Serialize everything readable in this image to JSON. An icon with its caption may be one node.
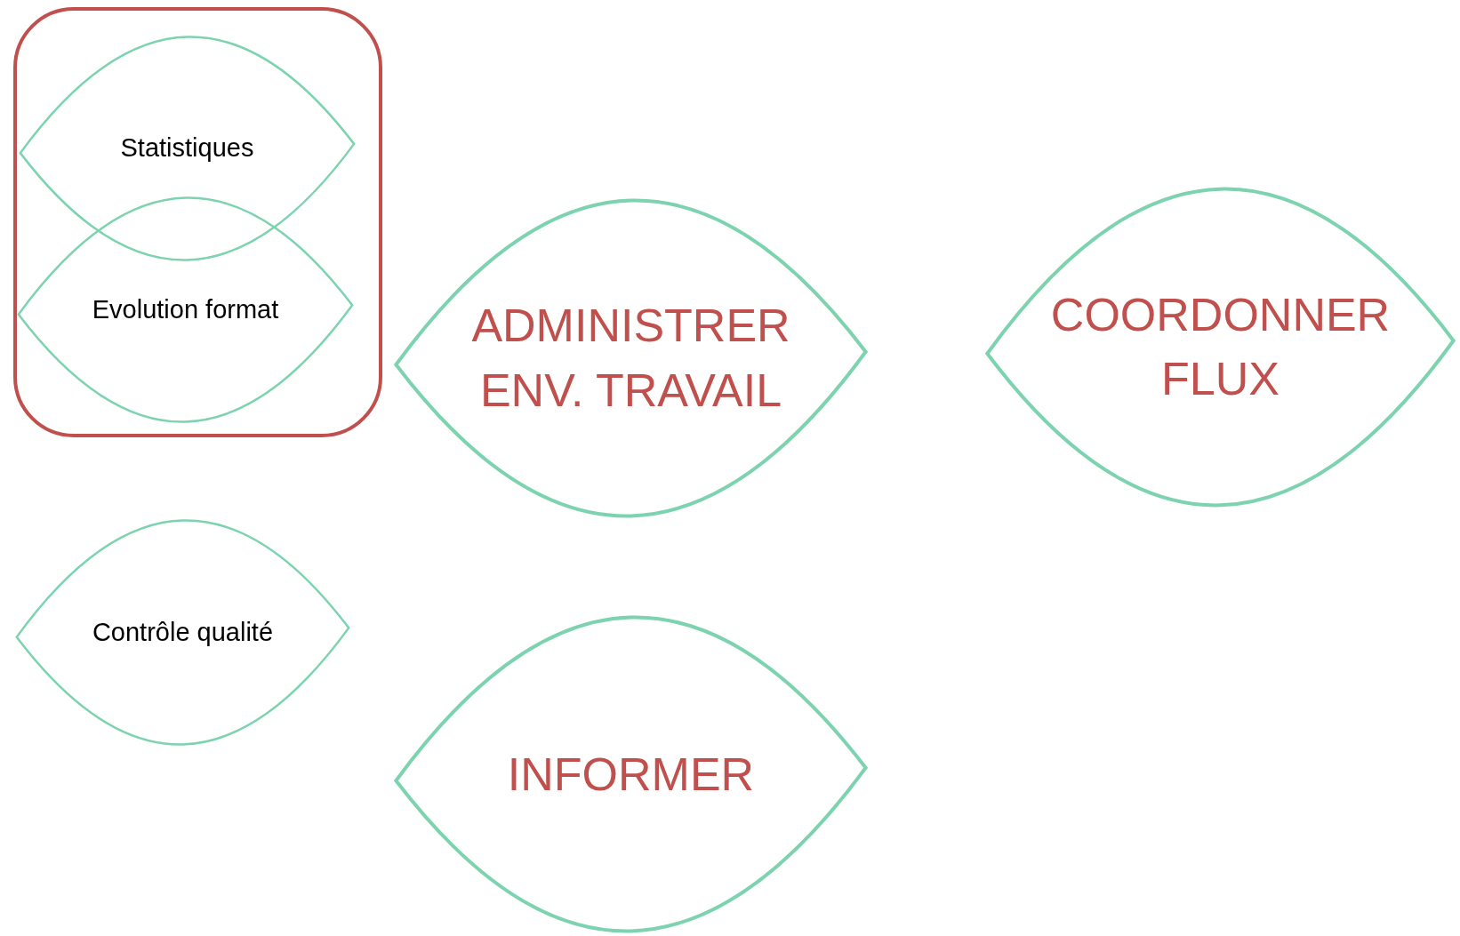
{
  "diagram": {
    "nodes": [
      {
        "text": [],
        "shape": "box"
      },
      {
        "text": [
          "Statistiques"
        ],
        "in": 0
      },
      {
        "text": [
          "Evolution format"
        ],
        "in": 0
      },
      {
        "text": [
          "ADMINISTRER ENV. TRAVAIL"
        ]
      },
      {
        "text": [
          "COORDONNER FLUX"
        ]
      },
      {
        "text": [
          "Contrôle qualité"
        ]
      },
      {
        "text": [
          "INFORMER"
        ]
      }
    ],
    "edges": []
  }
}
